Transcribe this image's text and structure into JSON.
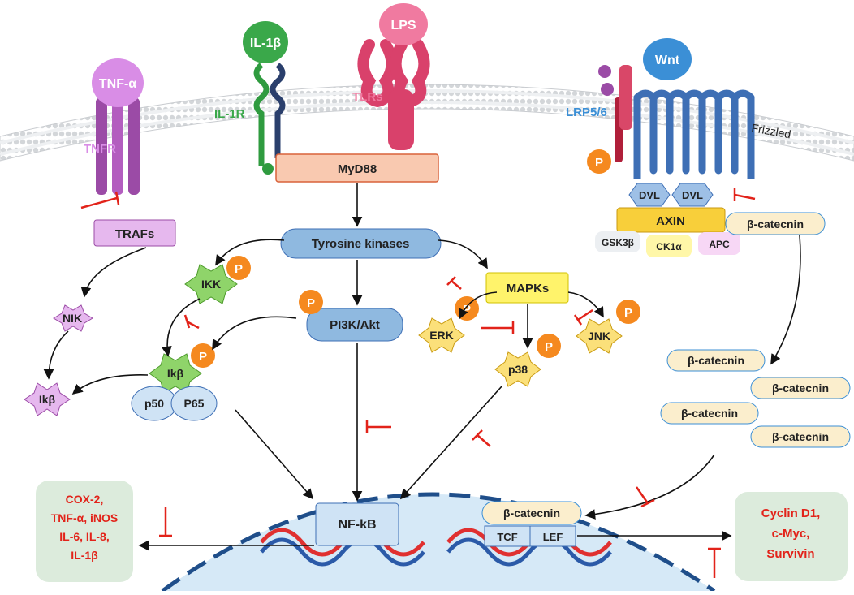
{
  "ligands": {
    "tnf": "TNF-α",
    "il1b": "IL-1β",
    "lps": "LPS",
    "wnt": "Wnt"
  },
  "receptors": {
    "tnfr": "TNFR",
    "il1r": "IL-1R",
    "tlrs": "TLRs",
    "lrp": "LRP5/6",
    "frizzled": "Frizzled"
  },
  "nodes": {
    "myd88": "MyD88",
    "trafs": "TRAFs",
    "tyrosine": "Tyrosine kinases",
    "ikk": "IKK",
    "pi3k": "PI3K/Akt",
    "mapks": "MAPKs",
    "nik": "NIK",
    "ikb": "Ikβ",
    "ikb_free": "Ikβ",
    "p50": "p50",
    "p65": "P65",
    "erk": "ERK",
    "p38": "p38",
    "jnk": "JNK",
    "dvl1": "DVL",
    "dvl2": "DVL",
    "axin": "AXIN",
    "gsk": "GSK3β",
    "ck1": "CK1α",
    "apc": "APC",
    "bcat_complex": "β-catecnin",
    "bcat1": "β-catecnin",
    "bcat2": "β-catecnin",
    "bcat3": "β-catecnin",
    "bcat4": "β-catecnin",
    "bcat_nuc": "β-catecnin",
    "tcf": "TCF",
    "lef": "LEF",
    "nfkb": "NF-kB",
    "phospho": "P"
  },
  "outputs": {
    "inflammatory": [
      "COX-2,",
      "TNF-α, iNOS",
      "IL-6, IL-8,",
      "IL-1β"
    ],
    "wnt_targets": [
      "Cyclin D1,",
      "c-Myc,",
      "Survivin"
    ]
  },
  "colors": {
    "phospho": "#f5891f",
    "inhibitor": "#e2231a",
    "output_text": "#e2231a",
    "output_box": "#dcebdc",
    "tyrosine": "#8fb9e0",
    "myd88": "#f9c9b0",
    "purple": "#e6b8ee",
    "yellow": "#f8e26a",
    "beta": "#fbeecd",
    "nucleus": "#d6e9f7"
  }
}
